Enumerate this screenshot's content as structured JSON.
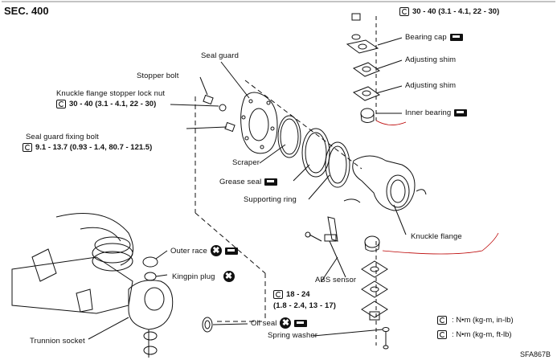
{
  "section": "SEC. 400",
  "figure_code": "SFA867B",
  "labels": {
    "seal_guard": "Seal guard",
    "stopper_bolt": "Stopper bolt",
    "knuckle_flange_stopper_lock_nut": "Knuckle flange stopper lock nut",
    "seal_guard_fixing_bolt": "Seal guard fixing bolt",
    "scraper": "Scraper",
    "grease_seal": "Grease seal",
    "supporting_ring": "Supporting ring",
    "bearing_cap": "Bearing cap",
    "adjusting_shim_1": "Adjusting shim",
    "adjusting_shim_2": "Adjusting shim",
    "inner_bearing": "Inner bearing",
    "knuckle_flange": "Knuckle flange",
    "outer_race": "Outer race",
    "kingpin_plug": "Kingpin plug",
    "abs_sensor": "ABS sensor",
    "oil_seal": "Oil seal",
    "spring_washer": "Spring washer",
    "trunnion_socket": "Trunnion socket"
  },
  "torques": {
    "top": "30 - 40 (3.1 - 4.1, 22 - 30)",
    "lock_nut": "30 - 40 (3.1 - 4.1, 22 - 30)",
    "fixing_bolt": "9.1 - 13.7 (0.93 - 1.4, 80.7 - 121.5)",
    "abs_line1": "18 - 24",
    "abs_line2": "(1.8 - 2.4, 13 - 17)"
  },
  "legend": {
    "in_lb": ": N•m (kg-m, in-lb)",
    "ft_lb": ": N•m (kg-m, ft-lb)"
  },
  "icons": {
    "replace": "✖",
    "grease": "grease-icon",
    "torque": "torque-wrench-icon"
  }
}
